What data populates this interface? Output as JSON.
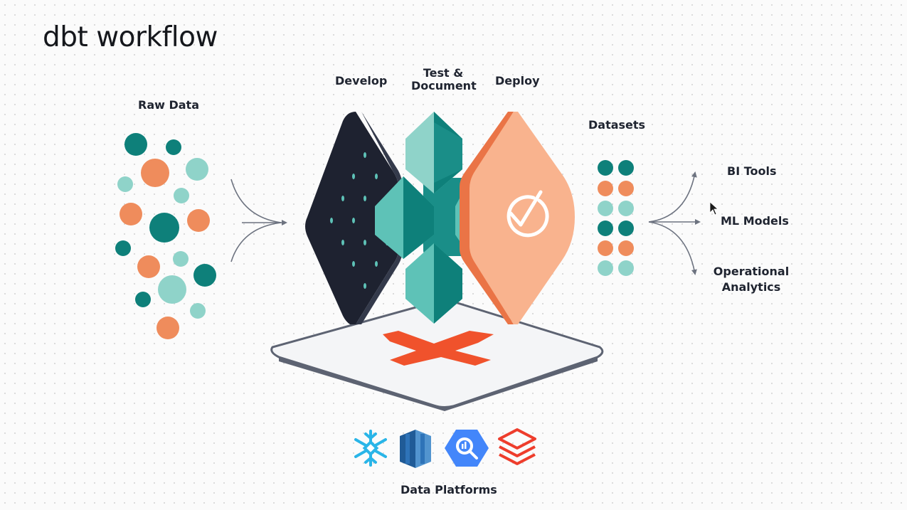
{
  "title": "dbt workflow",
  "labels": {
    "raw_data": "Raw Data",
    "develop": "Develop",
    "test_document_line1": "Test &",
    "test_document_line2": "Document",
    "deploy": "Deploy",
    "datasets": "Datasets",
    "bi_tools": "BI Tools",
    "ml_models": "ML Models",
    "operational_line1": "Operational",
    "operational_line2": "Analytics",
    "data_platforms": "Data Platforms"
  },
  "platforms": [
    {
      "name": "snowflake-icon"
    },
    {
      "name": "redshift-icon"
    },
    {
      "name": "bigquery-icon"
    },
    {
      "name": "databricks-icon"
    }
  ],
  "colors": {
    "teal_dark": "#0e807a",
    "teal_mid": "#2a9d96",
    "teal_light": "#8fd3c9",
    "orange": "#ef8c5c",
    "deploy_peach": "#f9b38e",
    "develop_dark": "#1e2230",
    "dbt_orange": "#f0522c"
  }
}
